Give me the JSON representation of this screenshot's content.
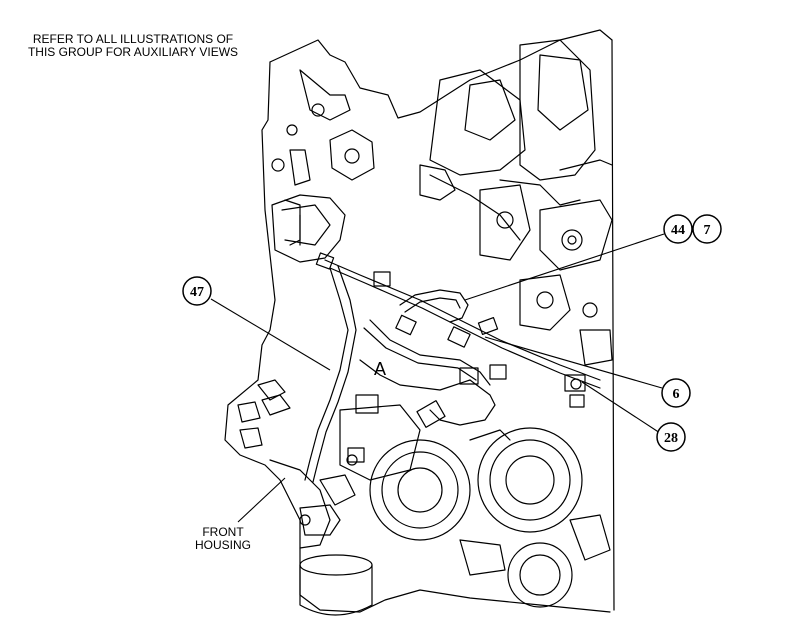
{
  "notes": {
    "reference_line1": "REFER TO ALL ILLUSTRATIONS OF",
    "reference_line2": "THIS GROUP FOR AUXILIARY VIEWS",
    "front_housing_line1": "FRONT",
    "front_housing_line2": "HOUSING"
  },
  "view_label": "A",
  "callouts": [
    {
      "id": "47",
      "label": "47"
    },
    {
      "id": "44",
      "label": "44"
    },
    {
      "id": "7",
      "label": "7"
    },
    {
      "id": "6",
      "label": "6"
    },
    {
      "id": "28",
      "label": "28"
    }
  ],
  "colors": {
    "line": "#000000",
    "background": "#ffffff"
  }
}
